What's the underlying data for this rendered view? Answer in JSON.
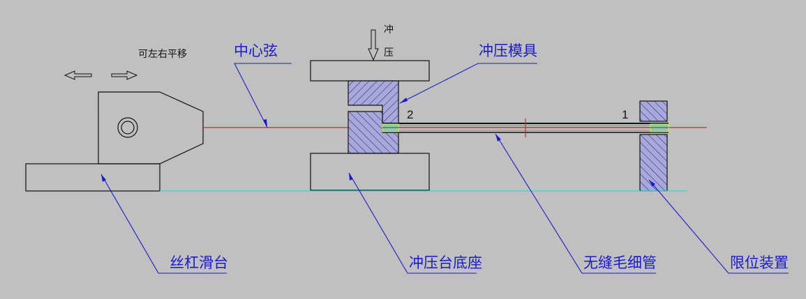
{
  "labels": {
    "center_line": "中心弦",
    "stamping_die": "冲压模具",
    "lead_screw_slide": "丝杠滑台",
    "press_base": "冲压台底座",
    "seamless_capillary": "无缝毛细管",
    "limit_device": "限位装置"
  },
  "annotations": {
    "movable": "可左右平移",
    "press_char_1": "冲",
    "press_char_2": "压",
    "point_2": "2",
    "point_1": "1"
  },
  "colors": {
    "background": "#c0c0c0",
    "leader": "#1a1acc",
    "center_line": "#e02020",
    "ground_line": "#40d0d0",
    "hatch_fill": "#a8a8dc"
  }
}
